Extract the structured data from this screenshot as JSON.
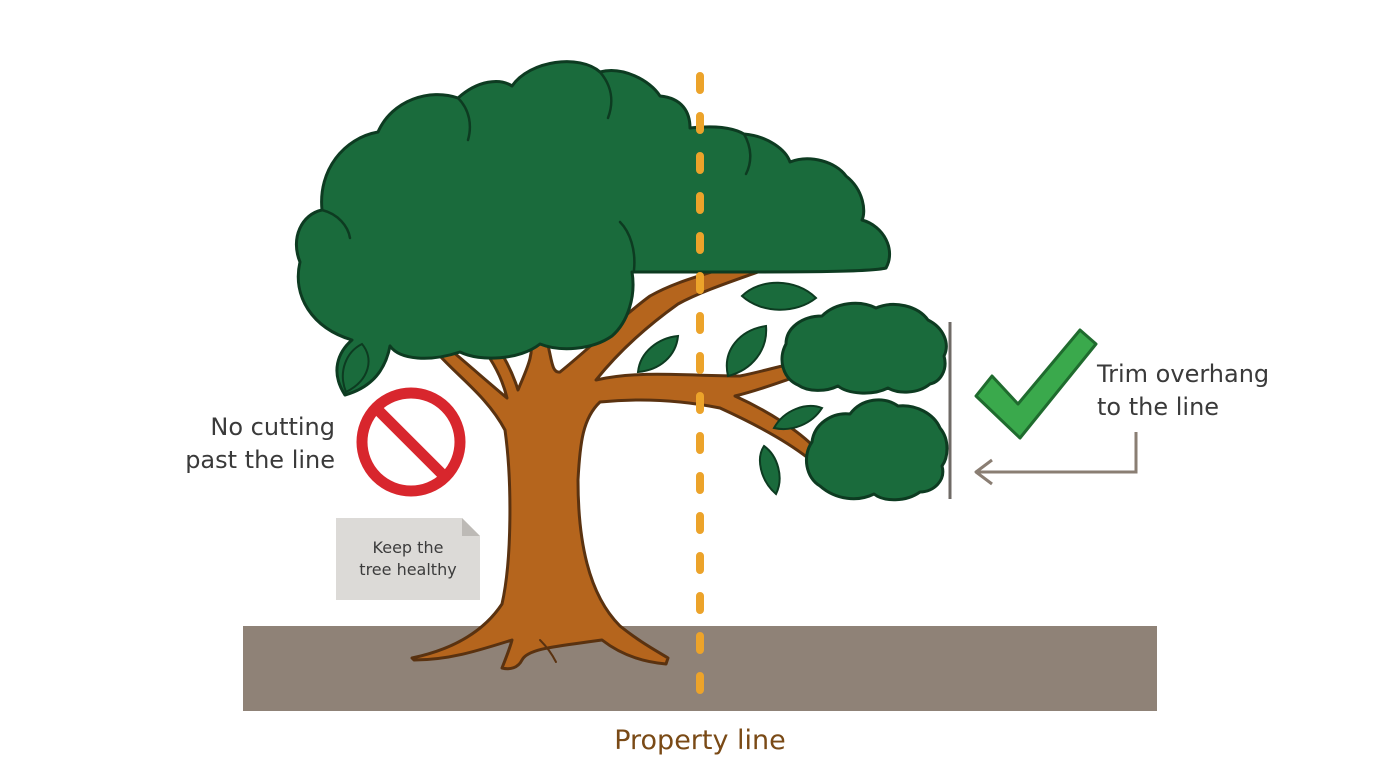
{
  "labels": {
    "no_cutting_line1": "No cutting",
    "no_cutting_line2": "past the line",
    "trim_line1": "Trim overhang",
    "trim_line2": "to the line",
    "note_line1": "Keep the",
    "note_line2": "tree healthy",
    "property_line": "Property line"
  },
  "icons": {
    "prohibited": "prohibition-sign-icon",
    "approved": "check-mark-icon",
    "pointer": "arrow-left-icon"
  },
  "colors": {
    "foliage": "#1a6b3c",
    "foliage_outline": "#0d3b21",
    "trunk": "#b5651d",
    "trunk_outline": "#5a3210",
    "ground": "#8f8277",
    "property_line": "#eca32a",
    "prohibited": "#d8262d",
    "approved": "#3aa94c",
    "note": "#dcdad7",
    "arrow": "#8a7e73",
    "property_label": "#7a4a16",
    "text": "#3a3a3a"
  }
}
